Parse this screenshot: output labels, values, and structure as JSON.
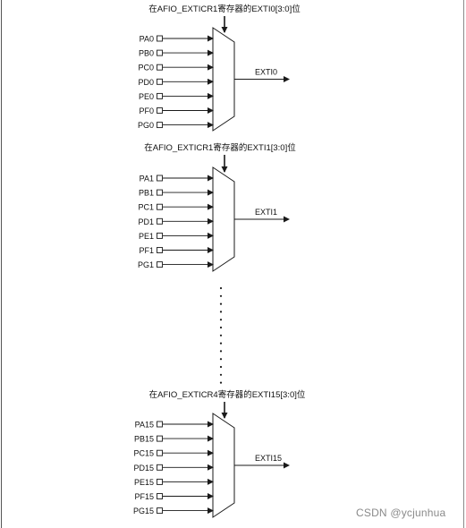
{
  "mux_groups": [
    {
      "select_label": "在AFIO_EXTICR1寄存器的EXTI0[3:0]位",
      "inputs": [
        "PA0",
        "PB0",
        "PC0",
        "PD0",
        "PE0",
        "PF0",
        "PG0"
      ],
      "output": "EXTI0"
    },
    {
      "select_label": "在AFIO_EXTICR1寄存器的EXTI1[3:0]位",
      "inputs": [
        "PA1",
        "PB1",
        "PC1",
        "PD1",
        "PE1",
        "PF1",
        "PG1"
      ],
      "output": "EXTI1"
    },
    {
      "select_label": "在AFIO_EXTICR4寄存器的EXTI15[3:0]位",
      "inputs": [
        "PA15",
        "PB15",
        "PC15",
        "PD15",
        "PE15",
        "PF15",
        "PG15"
      ],
      "output": "EXTI15"
    }
  ],
  "watermark": "CSDN @ycjunhua",
  "colors": {
    "stroke": "#1a1a1a",
    "text": "#111111",
    "watermark": "#8a8a8a"
  }
}
